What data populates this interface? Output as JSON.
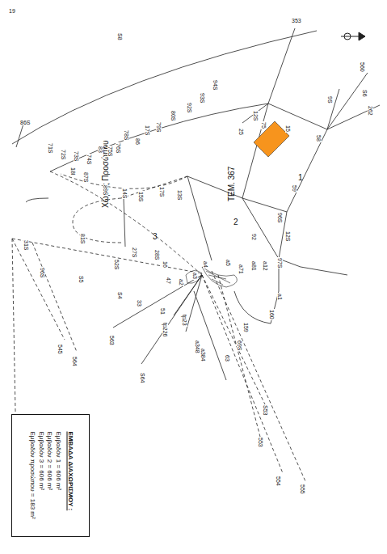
{
  "diagram": {
    "nodes": [
      {
        "text": [
          "ΕΜΒΑΔΑ ΔΙΑΧΩΡΙΣΜΟΥ :",
          "Εμβαδόν 1 = 606 m²",
          "Εμβαδόν 2 = 606 m²",
          "Εμβαδόν 3 = 606 m²",
          "Εμβαδόν προσώπου = 183 m²"
        ]
      }
    ],
    "labels": [
      "ΤΕΜ. 367",
      "1",
      "2",
      "3",
      "Χώρος Προσώπου",
      "S8",
      "353",
      "560",
      "262",
      "S6",
      "86S",
      "71S",
      "72S",
      "73S",
      "74S",
      "83",
      "75S",
      "76S",
      "78S",
      "86",
      "17S",
      "79S",
      "80S",
      "92S",
      "93S",
      "94S",
      "18l",
      "87S",
      "89S",
      "14S",
      "15S",
      "17S",
      "13S",
      "12S",
      "75",
      "15",
      "25",
      "58",
      "9S",
      "59",
      "96S",
      "12S",
      "92",
      "97S",
      "a12",
      "a81",
      "a71",
      "a5",
      "a4",
      "a3",
      "a2",
      "a1",
      "160",
      "159",
      "69S",
      "63",
      "S53",
      "553",
      "554",
      "555",
      "556",
      "545",
      "564",
      "563",
      "S64",
      "tp226",
      "tp23",
      "a384",
      "a348",
      "51",
      "33",
      "S4",
      "S5",
      "96S",
      "31S",
      "81S",
      "52S",
      "27S",
      "28S",
      "16",
      "47",
      "19"
    ]
  }
}
